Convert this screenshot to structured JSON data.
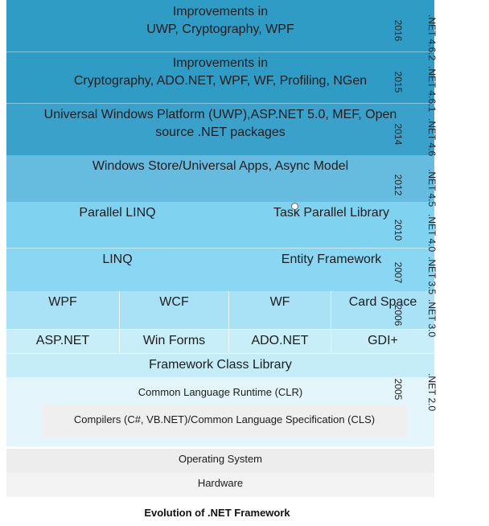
{
  "layers": {
    "net462": {
      "line1": "Improvements in",
      "line2": "UWP, Cryptography, WPF"
    },
    "net461": {
      "line1": "Improvements in",
      "line2": "Cryptography, ADO.NET, WPF, WF, Profiling, NGen"
    },
    "net46": {
      "line1": "Universal Windows Platform (UWP),ASP.NET 5.0, MEF, Open",
      "line2": "source .NET packages"
    },
    "net45": {
      "text": "Windows Store/Universal Apps, Async Model"
    },
    "net40": {
      "left": "Parallel LINQ",
      "right": "Task Parallel Library"
    },
    "net35": {
      "left": "LINQ",
      "right": "Entity Framework"
    },
    "net30": {
      "c1": "WPF",
      "c2": "WCF",
      "c3": "WF",
      "c4": "Card Space"
    },
    "net20": {
      "row1": [
        "ASP.NET",
        "Win Forms",
        "ADO.NET",
        "GDI+"
      ],
      "fcl": "Framework Class Library",
      "clr": "Common Language Runtime (CLR)",
      "compilers": "Compilers (C#, VB.NET)/Common Language Specification (CLS)"
    },
    "os": "Operating System",
    "hardware": "Hardware"
  },
  "versions": [
    {
      "name": ".NET 4.6.2",
      "year": "2016"
    },
    {
      "name": ".NET 4.6.1",
      "year": "2015"
    },
    {
      "name": ".NET 4.6",
      "year": "2014"
    },
    {
      "name": ".NET 4.5",
      "year": "2012"
    },
    {
      "name": ".NET 4.0",
      "year": "2010"
    },
    {
      "name": ".NET 3.5",
      "year": "2007"
    },
    {
      "name": ".NET 3.0",
      "year": "2006"
    },
    {
      "name": ".NET 2.0",
      "year": "2005"
    }
  ],
  "caption": "Evolution of .NET Framework",
  "colors": {
    "net462": "#2e9cc4",
    "net461": "#2e9cc4",
    "net46": "#3aa2ca",
    "net45": "#66bcdf",
    "net40": "#80d3f0",
    "net35": "#8ad7f3",
    "net30": "#a9e2f6",
    "net20_row1": "#c7eef9",
    "fcl": "#c4edf8",
    "clr_bg": "#e4f5fb",
    "compilers_bg": "#efefef",
    "os": "#ededed",
    "hardware": "#f3f3f3"
  }
}
